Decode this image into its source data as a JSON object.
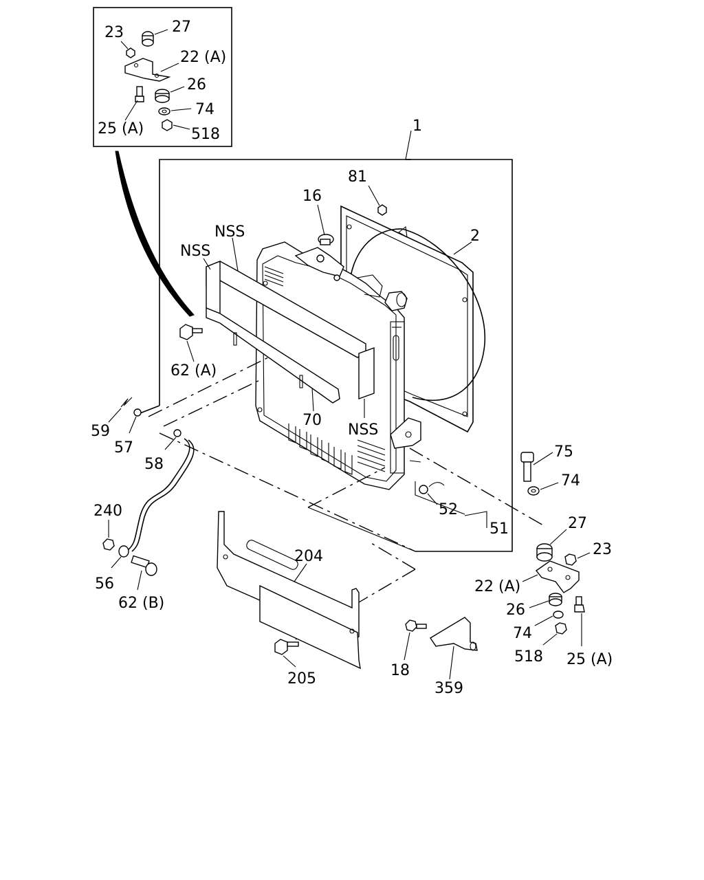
{
  "labels": {
    "inset_23": "23",
    "inset_27": "27",
    "inset_22a": "22 (A)",
    "inset_26": "26",
    "inset_74": "74",
    "inset_25a": "25 (A)",
    "inset_518": "518",
    "l1": "1",
    "l81": "81",
    "l16": "16",
    "l2": "2",
    "nss1": "NSS",
    "nss2": "NSS",
    "nss3": "NSS",
    "l62a": "62 (A)",
    "l70": "70",
    "l59": "59",
    "l57": "57",
    "l58": "58",
    "l240": "240",
    "l56": "56",
    "l62b": "62 (B)",
    "l204": "204",
    "l205": "205",
    "l18": "18",
    "l359": "359",
    "l52": "52",
    "l51": "51",
    "l75": "75",
    "l74": "74",
    "l27": "27",
    "l23": "23",
    "l22a": "22 (A)",
    "l26": "26",
    "l74b": "74",
    "l518": "518",
    "l25a": "25 (A)"
  }
}
